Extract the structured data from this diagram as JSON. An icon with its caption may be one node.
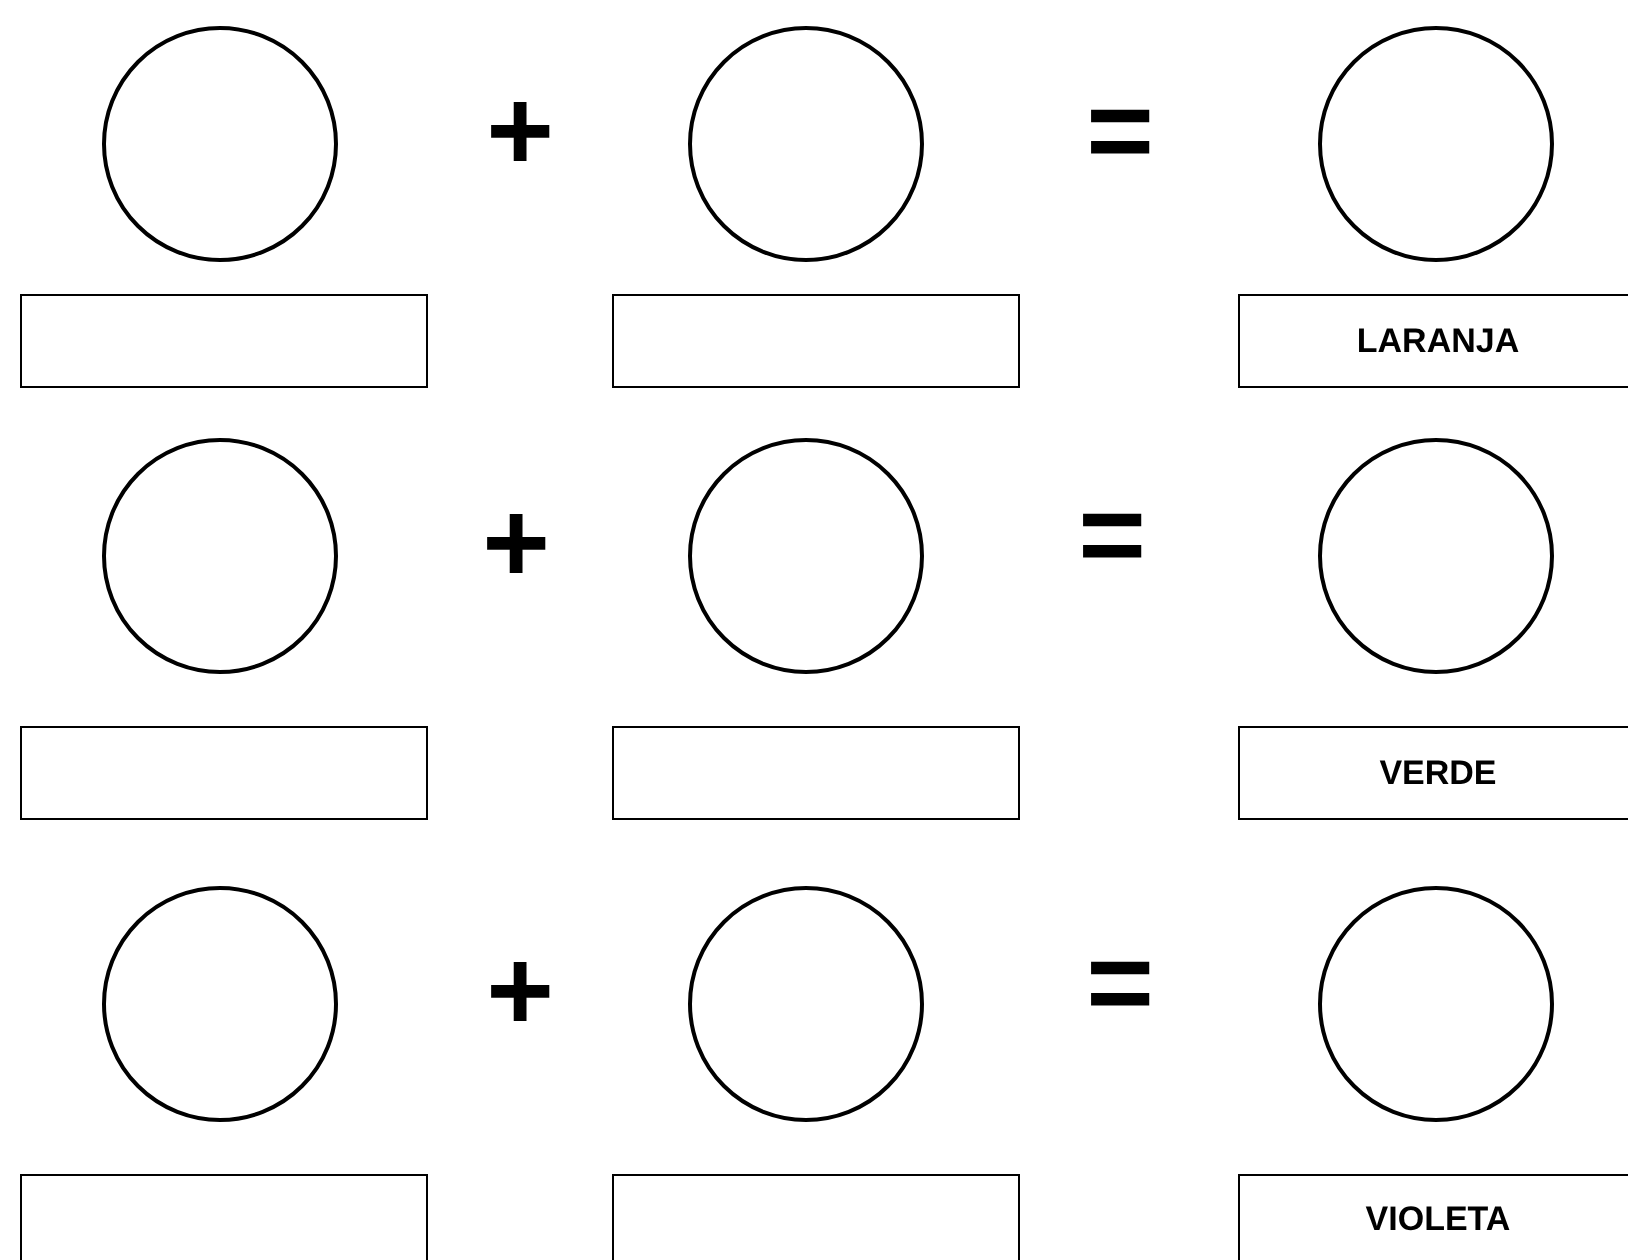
{
  "diagram": {
    "nodes": [
      {
        "text": [],
        "shape": "circle"
      },
      {
        "text": [],
        "shape": "circle"
      },
      {
        "text": [],
        "shape": "circle"
      },
      {
        "text": [],
        "shape": "box"
      },
      {
        "text": [],
        "shape": "box"
      },
      {
        "text": [
          "LARANJA"
        ]
      },
      {
        "text": [],
        "shape": "circle"
      },
      {
        "text": [],
        "shape": "circle"
      },
      {
        "text": [],
        "shape": "circle"
      },
      {
        "text": [],
        "shape": "box"
      },
      {
        "text": [],
        "shape": "box"
      },
      {
        "text": [
          "VERDE"
        ]
      },
      {
        "text": [],
        "shape": "circle"
      },
      {
        "text": [],
        "shape": "circle"
      },
      {
        "text": [],
        "shape": "circle"
      },
      {
        "text": [],
        "shape": "box"
      },
      {
        "text": [],
        "shape": "box"
      },
      {
        "text": [
          "VIOLETA"
        ]
      }
    ],
    "labels": [
      "+",
      "=",
      "+",
      "=",
      "+",
      "="
    ]
  }
}
